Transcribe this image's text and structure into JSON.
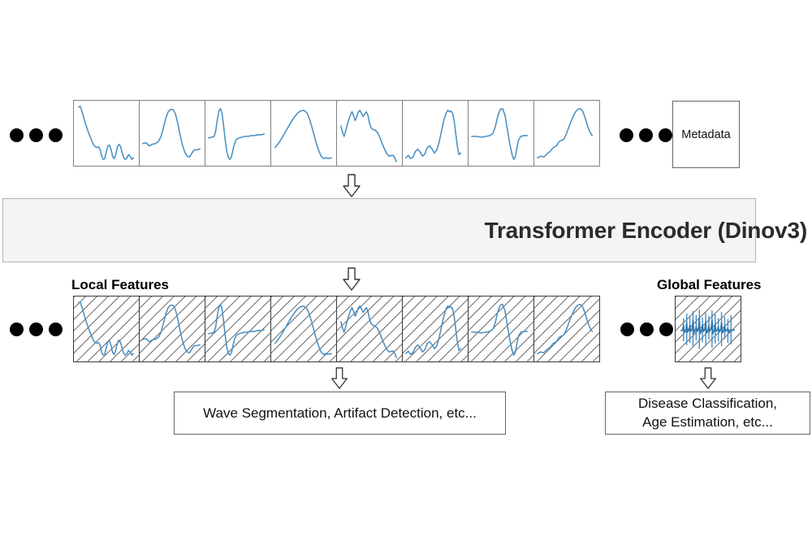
{
  "diagram": {
    "title": "Transformer Encoder (Dinov3) ECG foundation model architecture",
    "colors": {
      "waveform": "#4A90C4",
      "encoder_fill": "#f4f4f4",
      "encoder_border": "#b4b4b4",
      "box_border": "#666666",
      "hatch": "#3a3a3a",
      "dot": "#000000",
      "text": "#111111"
    }
  },
  "input_row": {
    "ellipsis_left": "•••",
    "ellipsis_right": "•••",
    "metadata_label": "Metadata",
    "patch_count": 8,
    "patches": [
      {
        "name": "patch-1",
        "shape": "descending-spike-then-ripples"
      },
      {
        "name": "patch-2",
        "shape": "flat-then-large-hump-dip"
      },
      {
        "name": "patch-3",
        "shape": "sharp-r-peak-then-s-trough-flat"
      },
      {
        "name": "patch-4",
        "shape": "broad-symmetric-hump"
      },
      {
        "name": "patch-5",
        "shape": "plateau-with-notches-decaying"
      },
      {
        "name": "patch-6",
        "shape": "low-ripples-rising-to-tall-peak"
      },
      {
        "name": "patch-7",
        "shape": "flat-then-qrs-complex"
      },
      {
        "name": "patch-8",
        "shape": "slow-rise-to-peak-then-drop"
      }
    ]
  },
  "encoder": {
    "label": "Transformer Encoder (Dinov3)"
  },
  "local_features": {
    "caption": "Local Features",
    "ellipsis_left": "•••",
    "patch_count": 8,
    "hatch_pattern": "diagonal-lines"
  },
  "global_features": {
    "caption": "Global Features",
    "ellipsis_left": "•••",
    "hatch_pattern": "diagonal-lines",
    "content": "compressed-dense-waveform"
  },
  "outputs": {
    "local_tasks": "Wave Segmentation, Artifact Detection, etc...",
    "global_tasks_line1": "Disease Classification,",
    "global_tasks_line2": "Age Estimation, etc..."
  },
  "arrows": [
    {
      "name": "arrow-input-to-encoder",
      "direction": "down"
    },
    {
      "name": "arrow-encoder-to-local-features",
      "direction": "down"
    },
    {
      "name": "arrow-local-features-to-tasks",
      "direction": "down"
    },
    {
      "name": "arrow-global-features-to-tasks",
      "direction": "down"
    }
  ]
}
